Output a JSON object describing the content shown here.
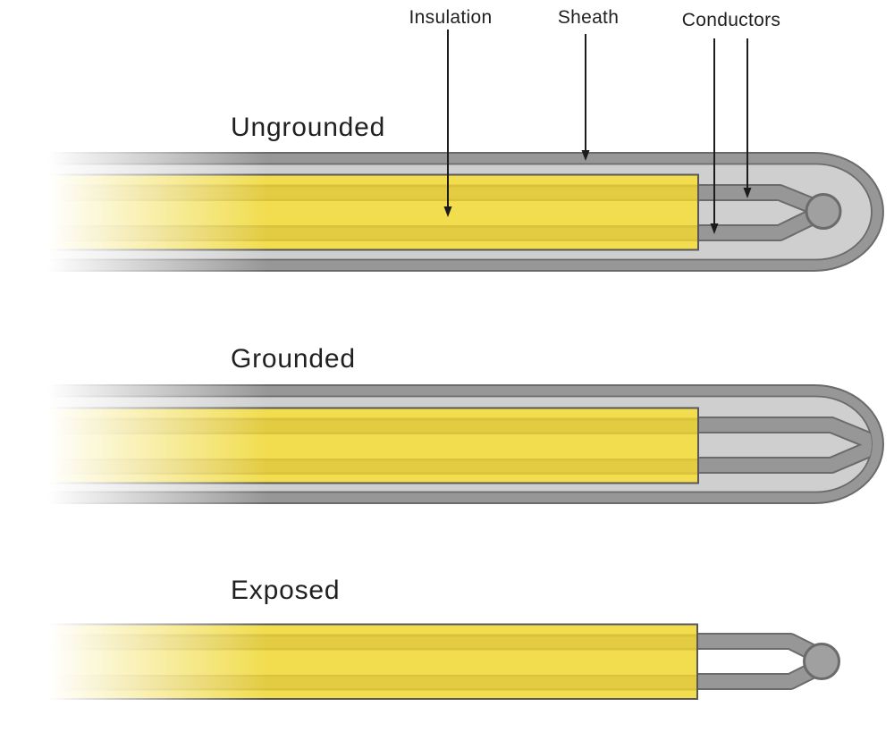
{
  "figure": {
    "type": "thermocouple-junction-diagram",
    "background": "#ffffff"
  },
  "callouts": {
    "insulation": {
      "label": "Insulation"
    },
    "sheath": {
      "label": "Sheath"
    },
    "conductors": {
      "label": "Conductors"
    }
  },
  "probes": [
    {
      "id": "ungrounded",
      "label": "Ungrounded"
    },
    {
      "id": "grounded",
      "label": "Grounded"
    },
    {
      "id": "exposed",
      "label": "Exposed"
    }
  ],
  "colors": {
    "sheath_gray": "#979797",
    "inner_cavity_gray": "#cfcfcf",
    "outline_gray": "#6b6b6b",
    "insulation_yellow": "#f1dd4d",
    "insulation_yellow_band": "#e3cc42",
    "insulation_yellow_line": "#d9c23c",
    "insulation_edge": "#57575a",
    "junction_bead_gray": "#a0a0a0",
    "text_black": "#221f20",
    "background_white": "#ffffff"
  }
}
